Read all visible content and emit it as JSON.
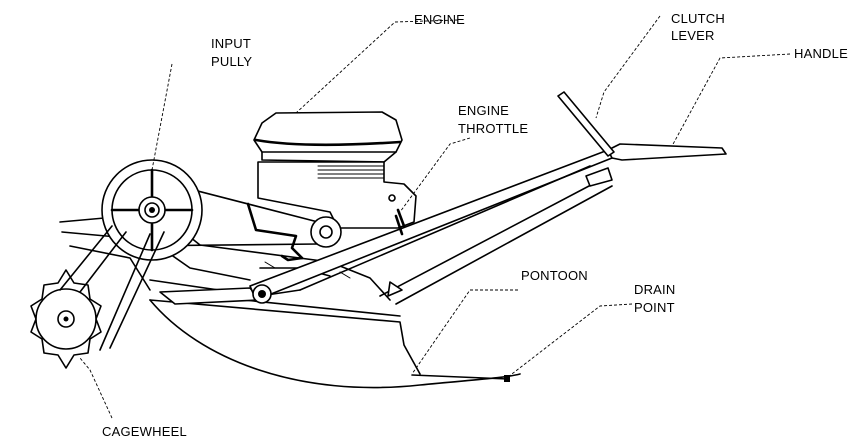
{
  "labels": {
    "engine": "ENGINE",
    "clutch_lever_1": "CLUTCH",
    "clutch_lever_2": "LEVER",
    "handle": "HANDLE",
    "input_pully_1": "INPUT",
    "input_pully_2": "PULLY",
    "engine_throttle_1": "ENGINE",
    "engine_throttle_2": "THROTTLE",
    "pontoon": "PONTOON",
    "drain_point_1": "DRAIN",
    "drain_point_2": "POINT",
    "cagewheel": "CAGEWHEEL"
  }
}
